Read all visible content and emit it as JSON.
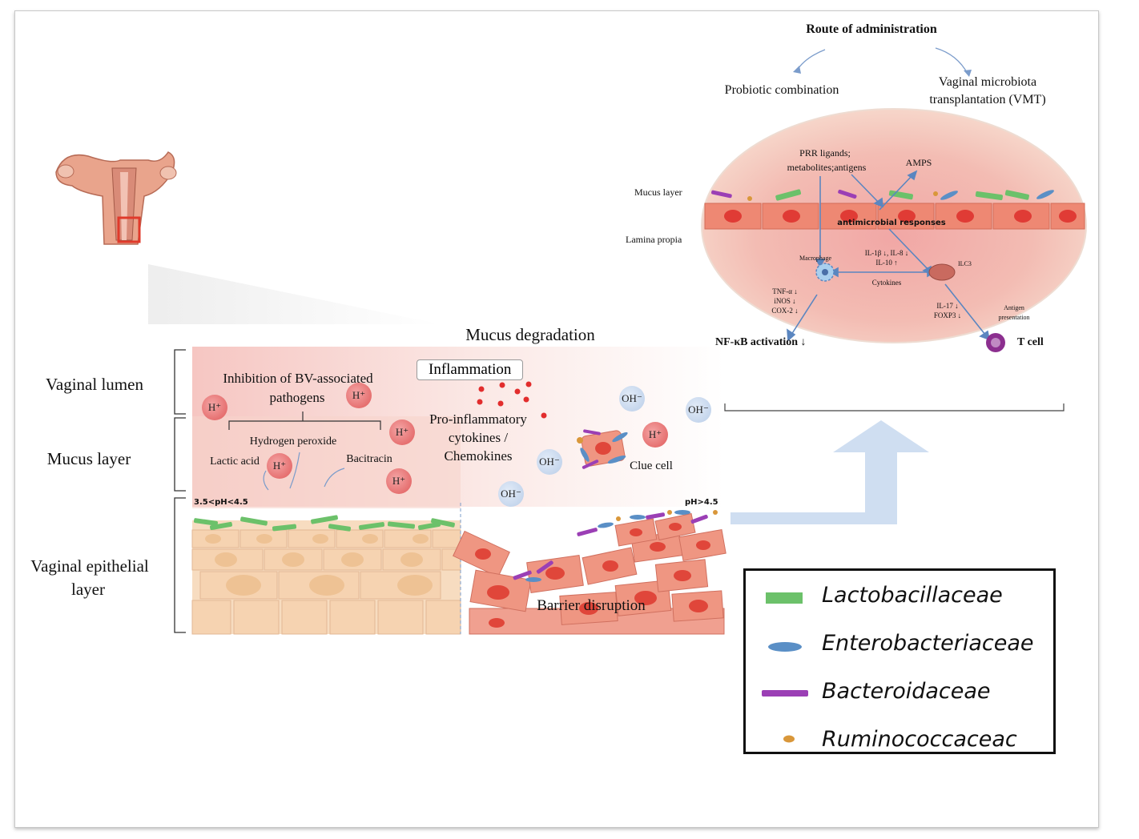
{
  "top_panel": {
    "title": "Route of administration",
    "route_left": "Probiotic combination",
    "route_right_1": "Vaginal microbiota",
    "route_right_2": "transplantation (VMT)",
    "mucus_layer": "Mucus layer",
    "lamina_propia": "Lamina propia",
    "prr_1": "PRR ligands;",
    "prr_2": "metabolites;antigens",
    "amps": "AMPS",
    "antimicrobial": "antimicrobial responses",
    "macrophage": "Macrophage",
    "il_line1": "IL-1β ↓, IL-8 ↓",
    "il_line2": "IL-10 ↑",
    "ilc3": "ILC3",
    "cytokines": "Cytokines",
    "tnf": "TNF-α ↓",
    "inos": "iNOS ↓",
    "cox": "COX-2 ↓",
    "il17": "IL-17 ↓",
    "foxp3": "FOXP3 ↓",
    "antigen_1": "Antigen",
    "antigen_2": "presentation",
    "nfkb": "NF-κB activation  ↓",
    "tcell": "T cell"
  },
  "bottom_panel": {
    "mucus_degradation": "Mucus degradation",
    "vaginal_lumen": "Vaginal lumen",
    "mucus_layer": "Mucus layer",
    "epithelial_1": "Vaginal epithelial",
    "epithelial_2": "layer",
    "inhibition_1": "Inhibition of BV-associated",
    "inhibition_2": "pathogens",
    "hydrogen_peroxide": "Hydrogen peroxide",
    "lactic_acid": "Lactic acid",
    "bacitracin": "Bacitracin",
    "inflammation": "Inflammation",
    "proinflam_1": "Pro-inflammatory",
    "proinflam_2": "cytokines /",
    "proinflam_3": "Chemokines",
    "clue_cell": "Clue cell",
    "ph_low": "3.5<pH<4.5",
    "ph_high": "pH>4.5",
    "barrier": "Barrier disruption",
    "h_ion": "H⁺",
    "oh_ion": "OH⁻"
  },
  "legend": {
    "items": [
      {
        "label": "Lactobacillaceae",
        "color": "#6cc16a"
      },
      {
        "label": "Enterobacteriaceae",
        "color": "#5a8fc6"
      },
      {
        "label": "Bacteroidaceae",
        "color": "#9b3fb5"
      },
      {
        "label": "Ruminococcaceac",
        "color": "#d9973a"
      }
    ]
  }
}
